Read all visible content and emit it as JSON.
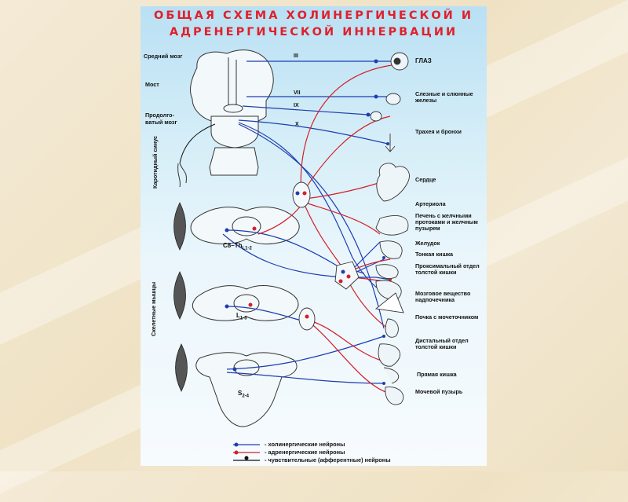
{
  "title": {
    "line1": "ОБЩАЯ СХЕМА ХОЛИНЕРГИЧЕСКОЙ И",
    "line2": "АДРЕНЕРГИЧЕСКОЙ ИННЕРВАЦИИ"
  },
  "left_labels": {
    "midbrain": "Средний мозг",
    "pons": "Мост",
    "medulla_1": "Продолгo-",
    "medulla_2": "ватый мозг",
    "carotid": "Каротидный синус",
    "skeletal": "Скелетные мышцы"
  },
  "nerves": {
    "n3": "III",
    "n7": "VII",
    "n9": "IX",
    "n10": "X"
  },
  "segments": {
    "thoracic": "C8–Th",
    "thoracic_sub": "L1-2",
    "lumbar": "L",
    "lumbar_sub": "1-3",
    "sacral": "S",
    "sacral_sub": "2-4"
  },
  "organs": [
    "ГЛАЗ",
    "Слезные и слюнные железы",
    "Трахея и бронхи",
    "Сердце",
    "Артериола",
    "Печень с желчными протоками и желчным пузырем",
    "Желудок",
    "Тонкая кишка",
    "Проксимальный отдел толстой кишки",
    "Мозговое вещество надпочечника",
    "Почка с мочеточником",
    "Дистальный отдел толстой кишки",
    "Прямая кишка",
    "Мочевой пузырь"
  ],
  "legend": [
    {
      "label": "- холинергические нейроны",
      "color": "#1d3fb0"
    },
    {
      "label": "- адренергические нейроны",
      "color": "#d42028"
    },
    {
      "label": "- чувствительные (афферентные) нейроны",
      "color": "#111111"
    }
  ],
  "colors": {
    "cholinergic": "#1d3fb0",
    "adrenergic": "#d42028",
    "sensory": "#111111",
    "title": "#e0202a"
  }
}
